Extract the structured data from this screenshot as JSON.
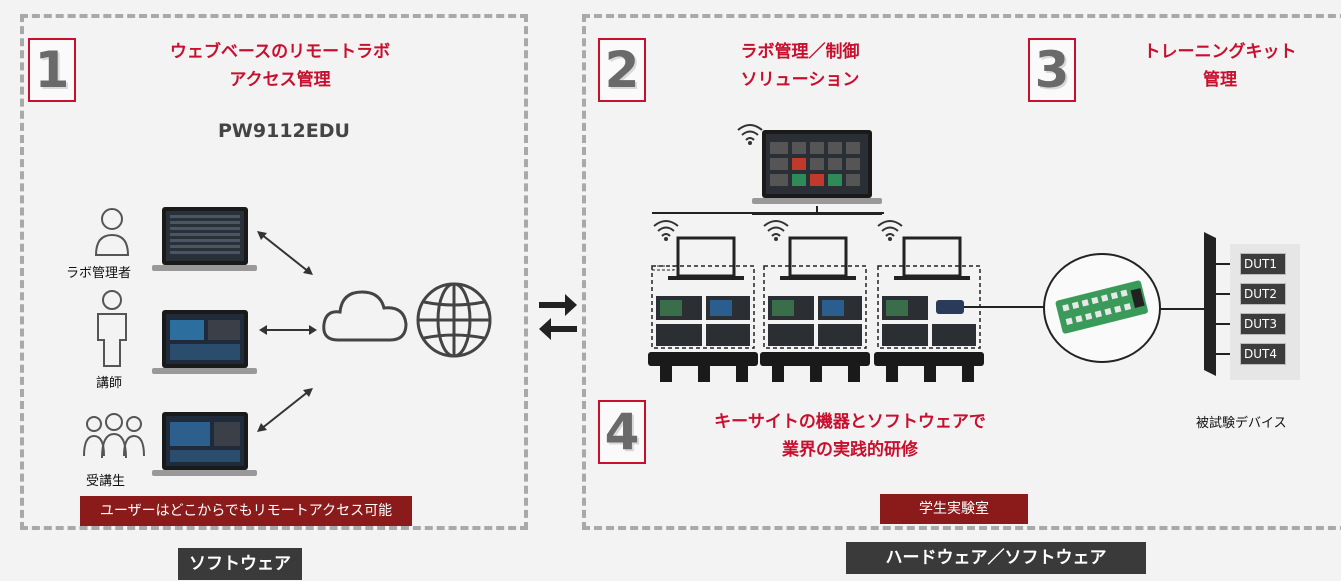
{
  "sections": {
    "s1": {
      "number": "1",
      "title_line1": "ウェブベースのリモートラボ",
      "title_line2": "アクセス管理",
      "product": "PW9112EDU"
    },
    "s2": {
      "number": "2",
      "title_line1": "ラボ管理／制御",
      "title_line2": "ソリューション"
    },
    "s3": {
      "number": "3",
      "title_line1": "トレーニングキット",
      "title_line2": "管理"
    },
    "s4": {
      "number": "4",
      "title_line1": "キーサイトの機器とソフトウェアで",
      "title_line2": "業界の実践的研修"
    }
  },
  "users": {
    "admin": "ラボ管理者",
    "instructor": "講師",
    "students": "受講生"
  },
  "banners": {
    "remote_access": "ユーザーはどこからでもリモートアクセス可能",
    "student_lab": "学生実験室"
  },
  "footer": {
    "software": "ソフトウェア",
    "hardware_software": "ハードウェア／ソフトウェア"
  },
  "duts": [
    "DUT1",
    "DUT2",
    "DUT3",
    "DUT4"
  ],
  "dut_caption": "被試験デバイス",
  "colors": {
    "accent_red": "#c8102e",
    "banner_red": "#8b1a1a",
    "dash_gray": "#a9a9a9"
  }
}
